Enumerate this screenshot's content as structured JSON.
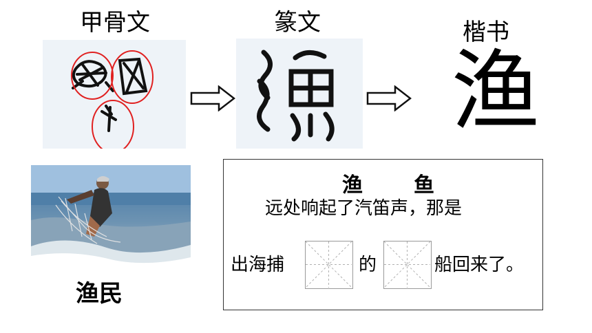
{
  "stages": {
    "oracle_label": "甲骨文",
    "seal_label": "篆文",
    "regular_label": "楷书",
    "regular_char": "渔"
  },
  "colors": {
    "annotation_circle": "#e02020",
    "panel_bg": "#eef3f8",
    "grid_line": "#b0b0b0"
  },
  "icons": {
    "arrow_1": "right-arrow-icon",
    "arrow_2": "right-arrow-icon"
  },
  "photo": {
    "caption": "渔民"
  },
  "exercise": {
    "title_char_1": "渔",
    "title_char_2": "鱼",
    "line1": "远处响起了汽笛声，那是",
    "line2_part1": "出海捕",
    "line2_part2": "的",
    "line2_part3": "船回来了。"
  }
}
